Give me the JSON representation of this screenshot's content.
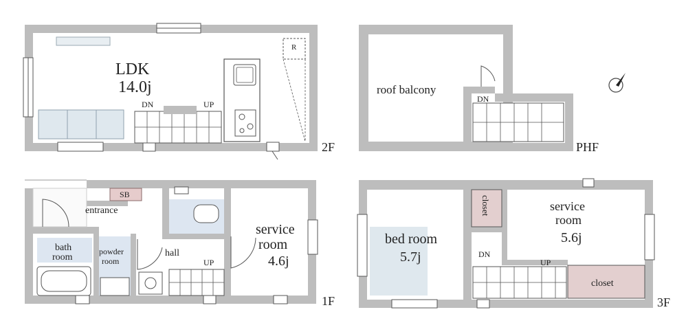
{
  "floor_labels": {
    "f2": "2F",
    "phf": "PHF",
    "f1": "1F",
    "f3": "3F"
  },
  "rooms": {
    "ldk": {
      "name": "LDK",
      "size": "14.0j"
    },
    "roof_balcony": "roof balcony",
    "entrance": "entrance",
    "sb": "SB",
    "bath": {
      "line1": "bath",
      "line2": "room"
    },
    "powder": {
      "line1": "powder",
      "line2": "room"
    },
    "hall": "hall",
    "service_room_1f": {
      "line1": "service",
      "line2": "room",
      "size": "4.6j"
    },
    "closet_small": "closet",
    "bed_room": {
      "name": "bed room",
      "size": "5.7j"
    },
    "service_room_3f": {
      "line1": "service",
      "line2": "room",
      "size": "5.6j"
    },
    "closet_large": "closet"
  },
  "stairs": {
    "dn": "DN",
    "up": "UP"
  },
  "fixtures": {
    "refrigerator": "R"
  },
  "colors": {
    "wall": "#bdbdbd",
    "closet": "#e3cfcf",
    "sb": "#e6cccc",
    "bath": "#dde6f1",
    "glass": "#dfe8ee"
  }
}
